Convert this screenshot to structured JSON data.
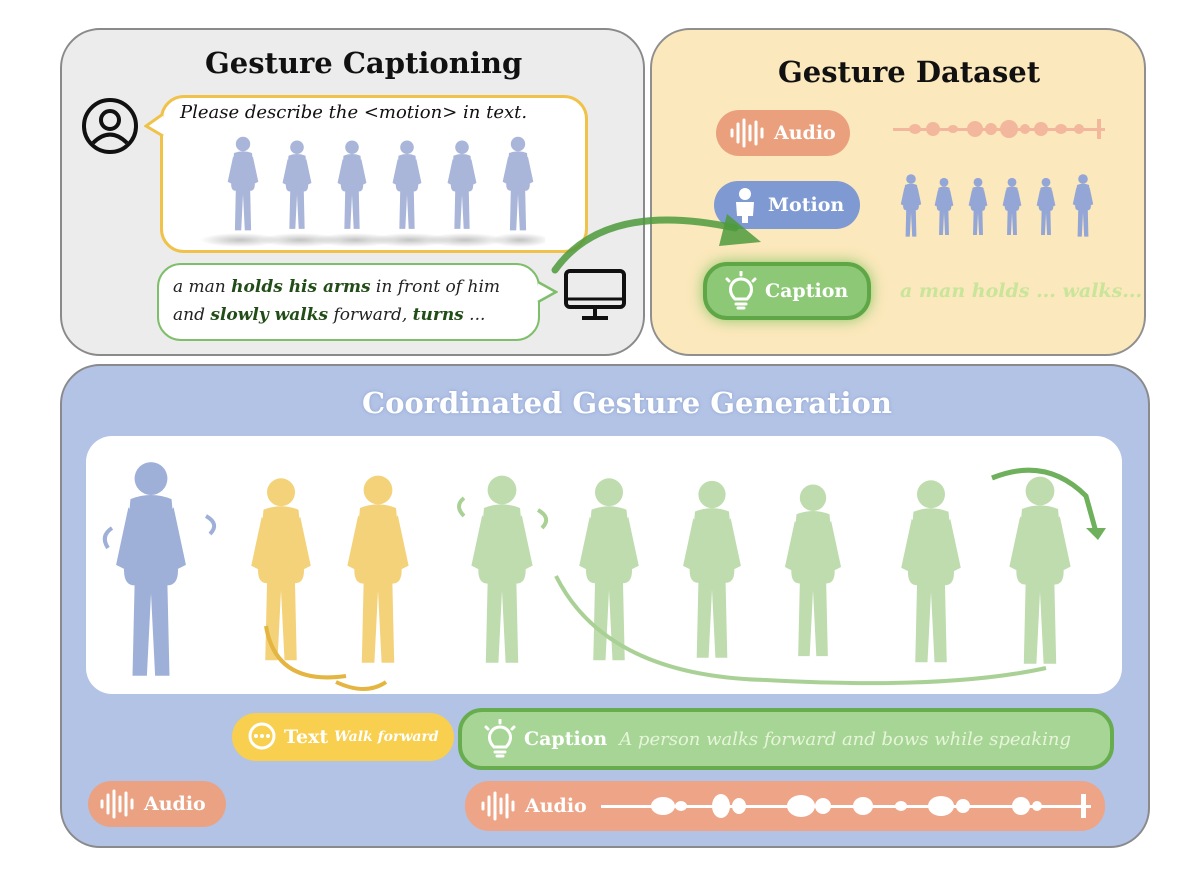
{
  "gesture_captioning": {
    "title": "Gesture Captioning",
    "prompt": "Please  describe the <motion> in text.",
    "response": {
      "t1": "a man ",
      "b1": "holds his arms",
      "t2": " in front of him",
      "t3": "and ",
      "b2": "slowly walks",
      "t4": " forward, ",
      "b3": "turns",
      "t5": " ..."
    }
  },
  "gesture_dataset": {
    "title": "Gesture Dataset",
    "audio_label": "Audio",
    "motion_label": "Motion",
    "caption_label": "Caption",
    "caption_text": "a man holds ... walks..."
  },
  "coordinated_generation": {
    "title": "Coordinated Gesture Generation",
    "text_label": "Text",
    "text_value": "Walk forward",
    "caption_label": "Caption",
    "caption_text": "A person walks forward and bows while speaking",
    "audio_left_label": "Audio",
    "audio_right_label": "Audio"
  },
  "colors": {
    "blue_figure": "#9fb0d8",
    "yellow_figure": "#f3d27a",
    "green_figure": "#bfdcae",
    "audio_pill": "#eba07d",
    "caption_pill": "#8cc876",
    "text_pill": "#f8cf4e",
    "motion_pill": "#7f99d2"
  },
  "icons": [
    "user-icon",
    "monitor-icon",
    "waveform-icon",
    "person-icon",
    "lightbulb-icon",
    "speech-bubble-icon"
  ]
}
